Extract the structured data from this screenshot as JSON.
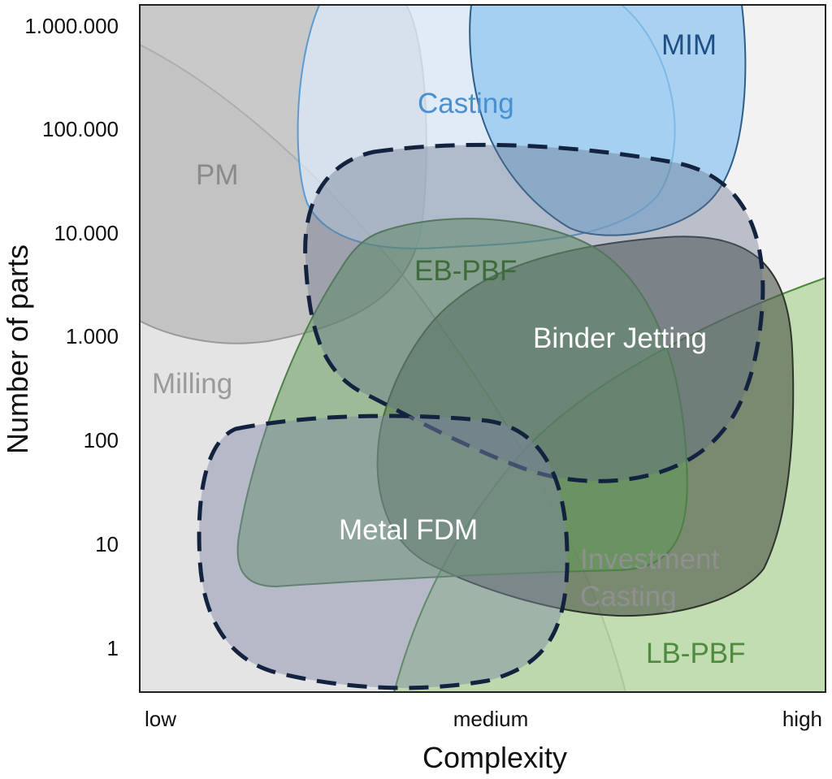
{
  "diagram": {
    "y_axis": {
      "title": "Number of parts",
      "ticks": [
        "1.000.000",
        "100.000",
        "10.000",
        "1.000",
        "100",
        "10",
        "1"
      ]
    },
    "x_axis": {
      "title": "Complexity",
      "ticks": [
        "low",
        "medium",
        "high"
      ]
    },
    "regions": [
      {
        "key": "pm",
        "label": "PM",
        "fill": "#a8a8a8",
        "stroke": "#9a9a9a",
        "label_color": "#8a8a8a"
      },
      {
        "key": "milling",
        "label": "Milling",
        "fill": "#e8e8e8",
        "stroke": "#b4b4b4",
        "label_color": "#9a9a9a"
      },
      {
        "key": "casting",
        "label": "Casting",
        "fill": "#dbe8f7",
        "stroke": "#5a9bd4",
        "label_color": "#4a8fd0"
      },
      {
        "key": "mim",
        "label": "MIM",
        "fill": "#8cc4ef",
        "stroke": "#2e5f8a",
        "label_color": "#1e4f86"
      },
      {
        "key": "eb_pbf",
        "label": "EB-PBF",
        "fill": "#5e9a56",
        "stroke": "#4f7f48",
        "label_color": "#3f6b3a"
      },
      {
        "key": "binder_jetting",
        "label": "Binder Jetting",
        "fill": "#4e5a66",
        "stroke": "#1c2b45",
        "label_color": "#ffffff"
      },
      {
        "key": "metal_fdm",
        "label": "Metal FDM",
        "fill": "#9aa3bc",
        "stroke": "#1c2b45",
        "label_color": "#ffffff"
      },
      {
        "key": "investment_casting",
        "label": "Investment\nCasting",
        "fill": "#6a7060",
        "stroke": "#3a3f36",
        "label_color": "#8f8f8f"
      },
      {
        "key": "lb_pbf",
        "label": "LB-PBF",
        "fill": "#a6d18e",
        "stroke": "#4a8a3a",
        "label_color": "#4f8a3f"
      }
    ]
  }
}
